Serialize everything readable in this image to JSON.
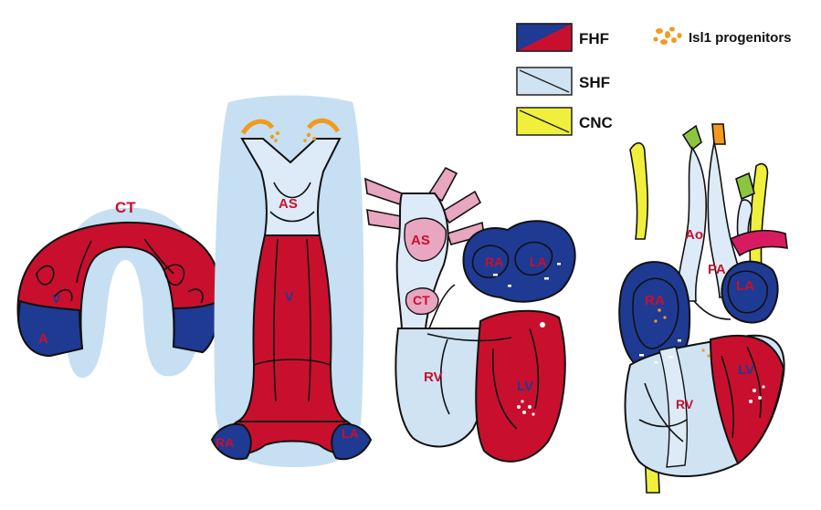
{
  "legend": {
    "fhf": "FHF",
    "shf": "SHF",
    "cnc": "CNC",
    "isl1": "Isl1 progenitors"
  },
  "colors": {
    "fhf_red": "#c8102e",
    "fhf_blue": "#1f3a93",
    "shf": "#cfe3f3",
    "cnc": "#f0f03c",
    "isl1": "#f39a1e",
    "pink": "#e8a6c0",
    "green": "#8cc63f",
    "magenta": "#d81b60",
    "halo": "#c6dff2"
  },
  "stage1": {
    "ct": "CT",
    "v": "V",
    "a": "A"
  },
  "stage2": {
    "as": "AS",
    "v": "V",
    "ra": "RA",
    "la": "LA"
  },
  "stage3": {
    "as": "AS",
    "ct": "CT",
    "rv": "RV",
    "ra": "RA",
    "la": "LA",
    "lv": "LV"
  },
  "stage4": {
    "ao": "Ao",
    "pa": "PA",
    "ra": "RA",
    "la": "LA",
    "rv": "RV",
    "lv": "LV"
  }
}
